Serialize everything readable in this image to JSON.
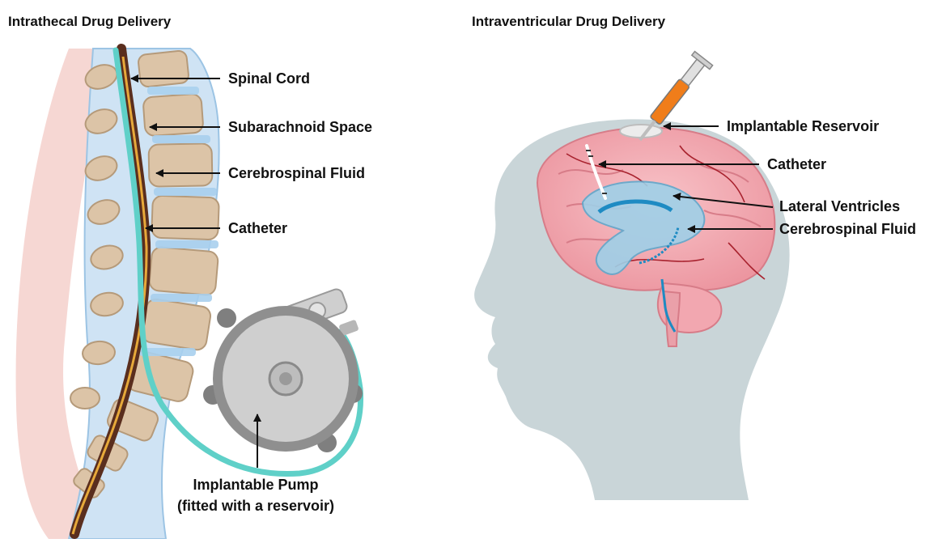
{
  "left_panel": {
    "title": "Intrathecal Drug Delivery",
    "labels": {
      "spinal_cord": "Spinal Cord",
      "subarachnoid": "Subarachnoid Space",
      "csf": "Cerebrospinal Fluid",
      "catheter": "Catheter",
      "pump_line1": "Implantable Pump",
      "pump_line2": "(fitted with a reservoir)"
    }
  },
  "right_panel": {
    "title": "Intraventricular Drug Delivery",
    "labels": {
      "reservoir": "Implantable Reservoir",
      "catheter": "Catheter",
      "ventricles": "Lateral Ventricles",
      "csf": "Cerebrospinal Fluid"
    }
  },
  "colors": {
    "catheter": "#5fd0c8",
    "csf": "#b8d8f0",
    "vertebra": "#d9c2a8",
    "brain": "#f2a7b0",
    "ventricle": "#9fd0e8",
    "head": "#c7d3d6",
    "pump": "#9a9a9a",
    "syringe": "#f07d1a"
  }
}
